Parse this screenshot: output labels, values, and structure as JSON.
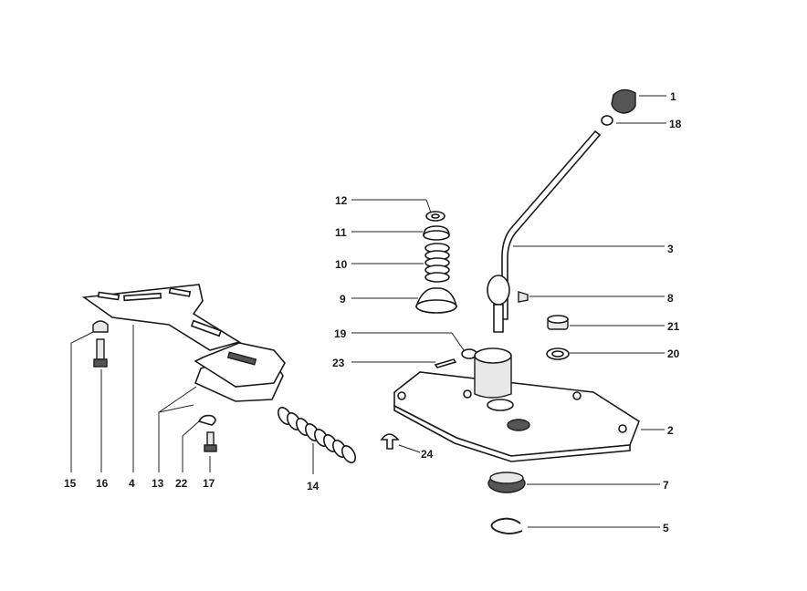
{
  "diagram": {
    "labels": {
      "p1": "1",
      "p2": "2",
      "p3": "3",
      "p4": "4",
      "p5": "5",
      "p7": "7",
      "p8": "8",
      "p9": "9",
      "p10": "10",
      "p11": "11",
      "p12": "12",
      "p13": "13",
      "p14": "14",
      "p15": "15",
      "p16": "16",
      "p17": "17",
      "p18": "18",
      "p19": "19",
      "p20": "20",
      "p21": "21",
      "p22": "22",
      "p23": "23",
      "p24": "24"
    }
  }
}
